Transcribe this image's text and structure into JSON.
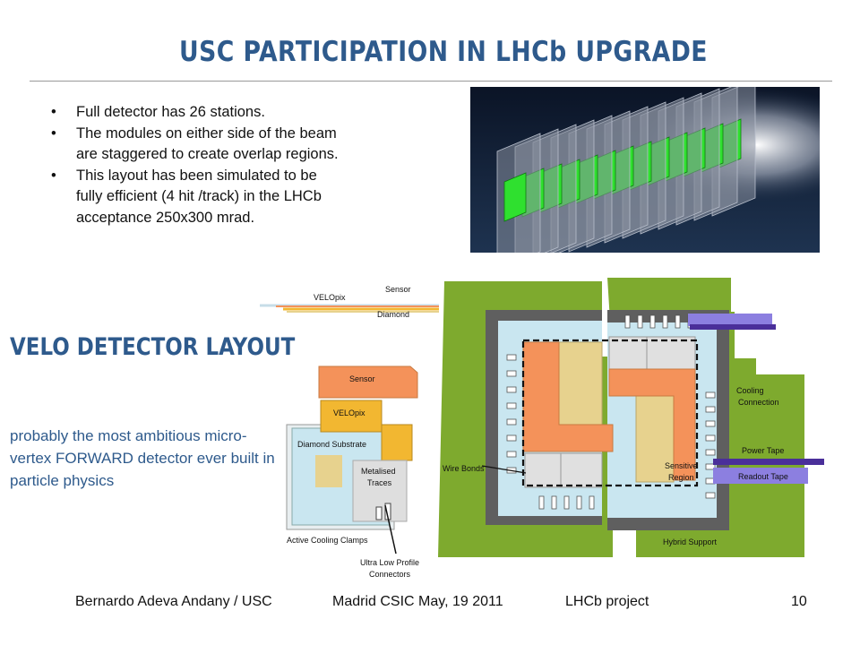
{
  "slide": {
    "title": "USC PARTICIPATION IN LHCb UPGRADE",
    "bullets": [
      "Full detector has 26 stations.",
      "The modules on either side of the beam are staggered to create overlap regions.",
      "This layout has been simulated to be fully efficient (4 hit /track) in the LHCb acceptance 250x300 mrad."
    ],
    "subheading": "VELO DETECTOR LAYOUT",
    "description": "probably the most ambitious micro-vertex FORWARD detector ever built in particle physics"
  },
  "diagram_labels": {
    "velopix": "VELOpix",
    "sensor": "Sensor",
    "diamond": "Diamond",
    "sensor_block": "Sensor",
    "velopix_block": "VELOpix",
    "diamond_substrate": "Diamond Substrate",
    "metalised_traces_1": "Metalised",
    "metalised_traces_2": "Traces",
    "active_cooling_clamps": "Active Cooling Clamps",
    "ultra_low_profile_1": "Ultra Low Profile",
    "ultra_low_profile_2": "Connectors",
    "wire_bonds": "Wire Bonds",
    "sensitive_region_1": "Sensitive",
    "sensitive_region_2": "Region",
    "cooling_connection_1": "Cooling",
    "cooling_connection_2": "Connection",
    "power_tape": "Power Tape",
    "readout_tape": "Readout Tape",
    "hybrid_support": "Hybrid Support"
  },
  "footer": {
    "author": "Bernardo Adeva Andany / USC",
    "venue": "Madrid  CSIC May, 19 2011",
    "project": "LHCb project",
    "page_number": "10"
  },
  "colors": {
    "title_blue": "#2e5a8c",
    "sensor_orange": "#f4925a",
    "velopix_yellow": "#f2b731",
    "diamond_tan": "#e7d28e",
    "hybrid_green": "#7eaa2e",
    "frame_gray": "#5f5f5f",
    "cooling_blue": "#c9e6f0",
    "tape_purple": "#8c7fe0",
    "detector_bg": "#14223c",
    "detector_green": "#2fe02f"
  }
}
